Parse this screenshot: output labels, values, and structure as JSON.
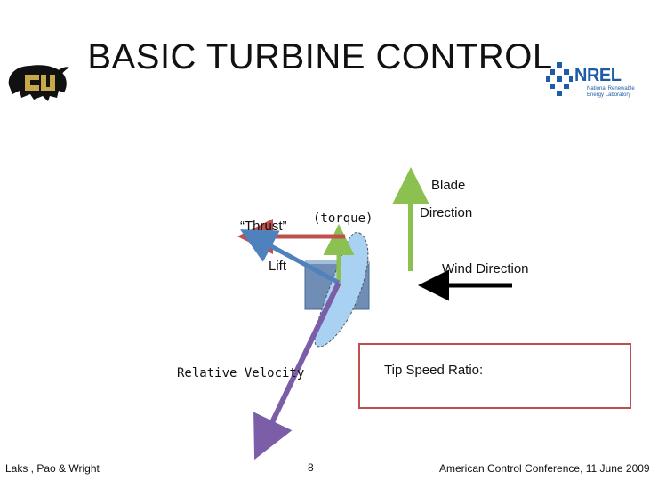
{
  "slide": {
    "title": "BASIC TURBINE CONTROL",
    "labels": {
      "blade": "Blade",
      "direction": "Direction",
      "thrust": "“Thrust”",
      "torque": "(torque)",
      "lift": "Lift",
      "wind_direction": "Wind Direction",
      "relative_velocity": "Relative Velocity",
      "tip_speed_ratio": "Tip Speed Ratio:"
    },
    "logo_right": {
      "name": "NREL",
      "subtitle_line1": "National Renewable",
      "subtitle_line2": "Energy Laboratory"
    },
    "footer": {
      "authors": "Laks , Pao & Wright",
      "page_number": "8",
      "conference": "American Control Conference, 11 June 2009"
    }
  },
  "colors": {
    "thrust_arrow": "#c0504d",
    "lift_arrow": "#4f81bd",
    "relative_velocity_arrow": "#7b5ea7",
    "blade_green": "#8cc152",
    "airfoil_fill": "#a9d1f2",
    "tower_fill": "#6f8db5",
    "wind_arrow": "#000000",
    "tsr_border": "#c0504d",
    "nrel_blue": "#1f5ca8"
  }
}
